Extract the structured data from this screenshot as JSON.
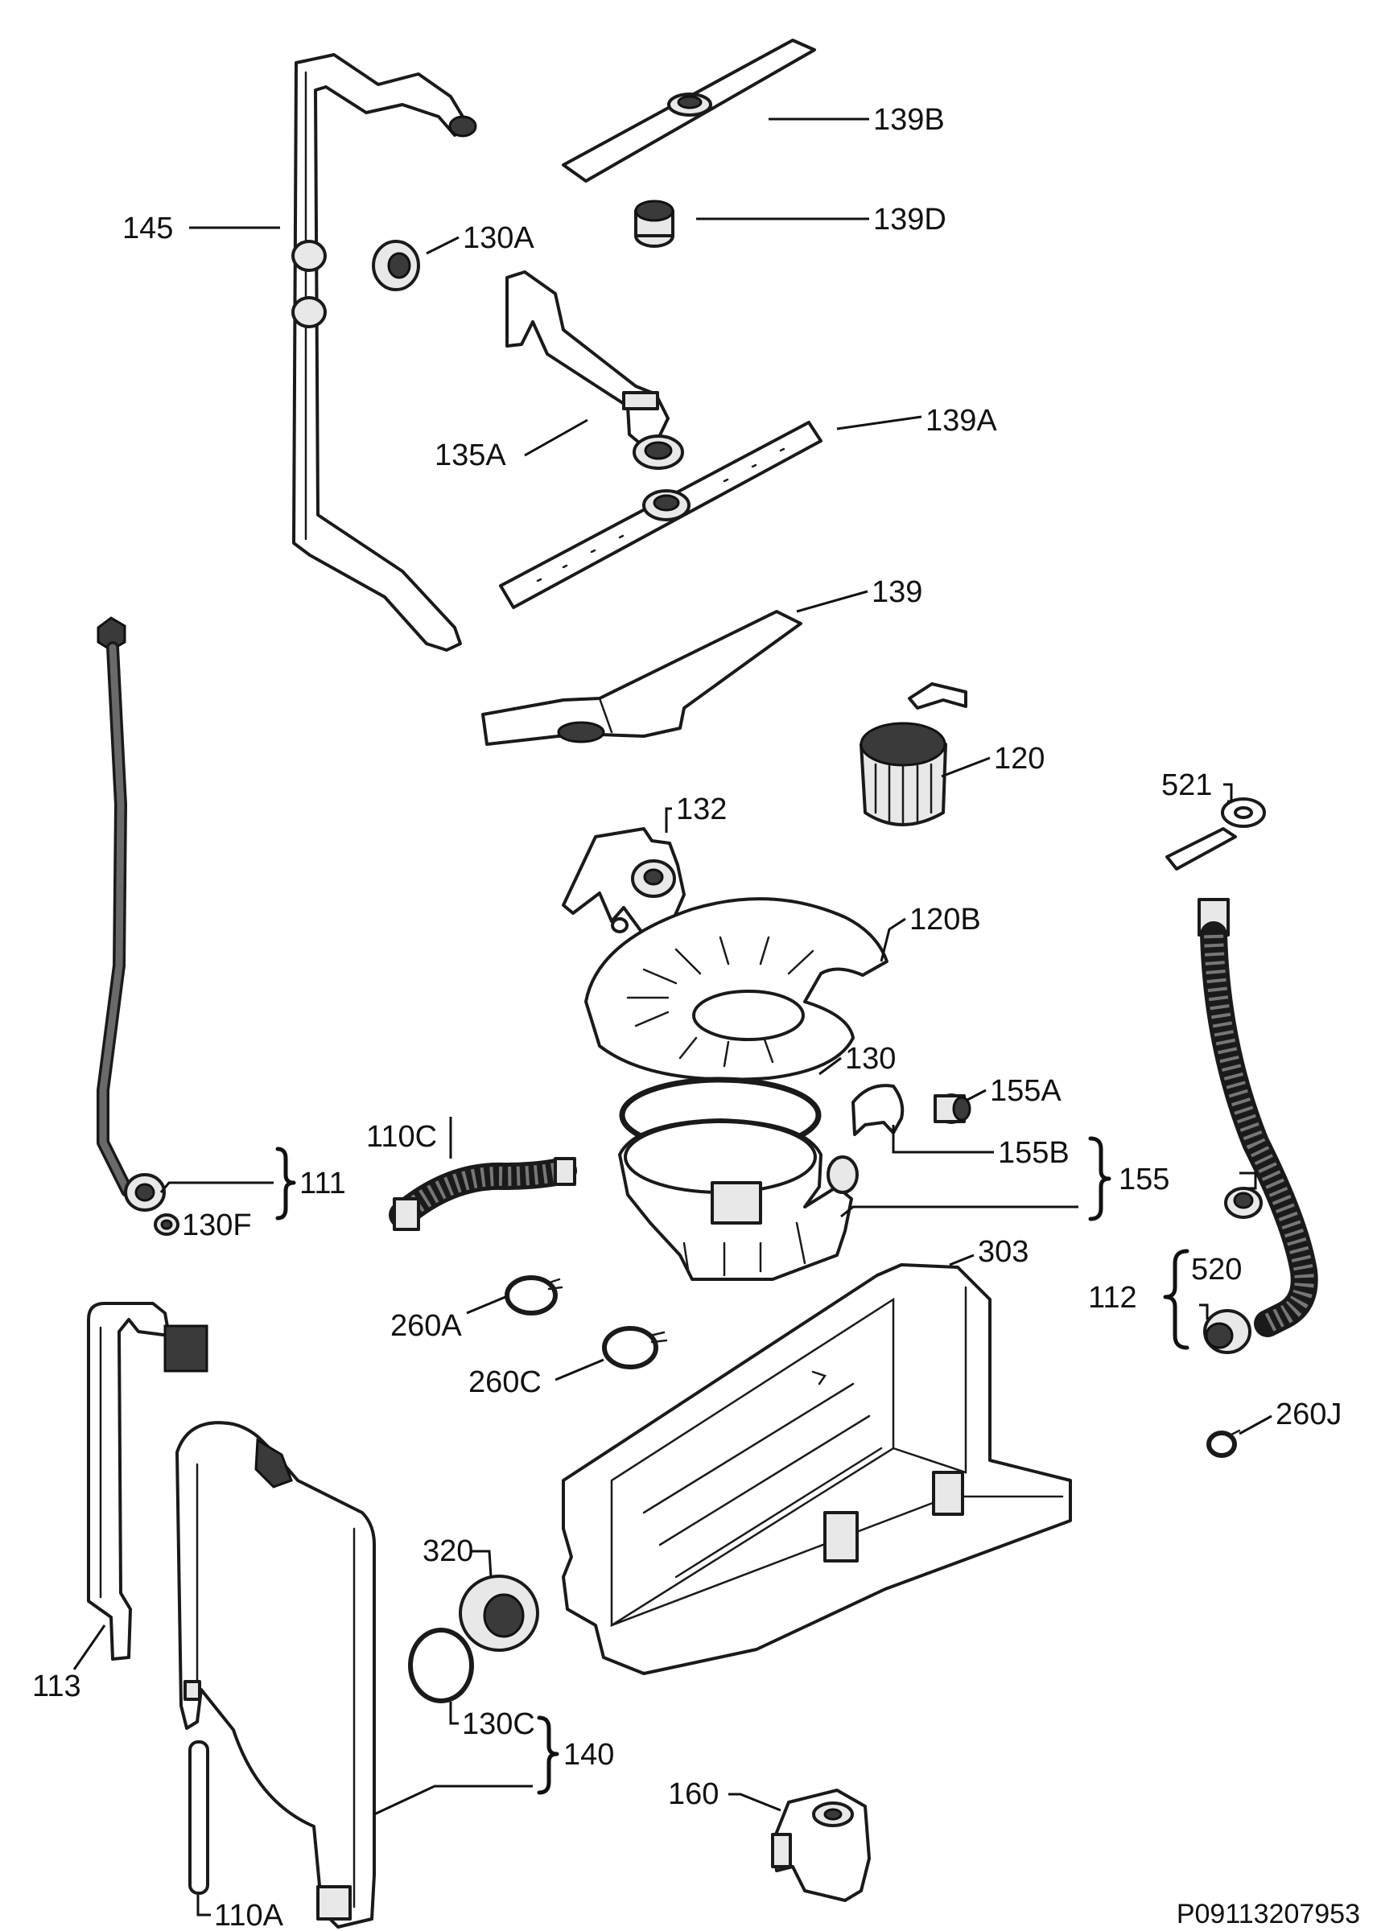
{
  "colors": {
    "line": "#1a1a1a",
    "background": "#ffffff",
    "shade": "#e8e8e8"
  },
  "labels": {
    "l139b": "139B",
    "l139d": "139D",
    "l145": "145",
    "l130a": "130A",
    "l135a": "135A",
    "l139a": "139A",
    "l139": "139",
    "l120": "120",
    "l521": "521",
    "l132": "132",
    "l120b": "120B",
    "l130": "130",
    "l155a": "155A",
    "l110c": "110C",
    "l155b": "155B",
    "l155": "155",
    "l130f": "130F",
    "l111": "111",
    "l303": "303",
    "l520": "520",
    "l112": "112",
    "l260a": "260A",
    "l260c": "260C",
    "l260j": "260J",
    "l320": "320",
    "l113": "113",
    "l130c": "130C",
    "l140": "140",
    "l160": "160",
    "l110a": "110A"
  },
  "reference_code": "P09113207953"
}
